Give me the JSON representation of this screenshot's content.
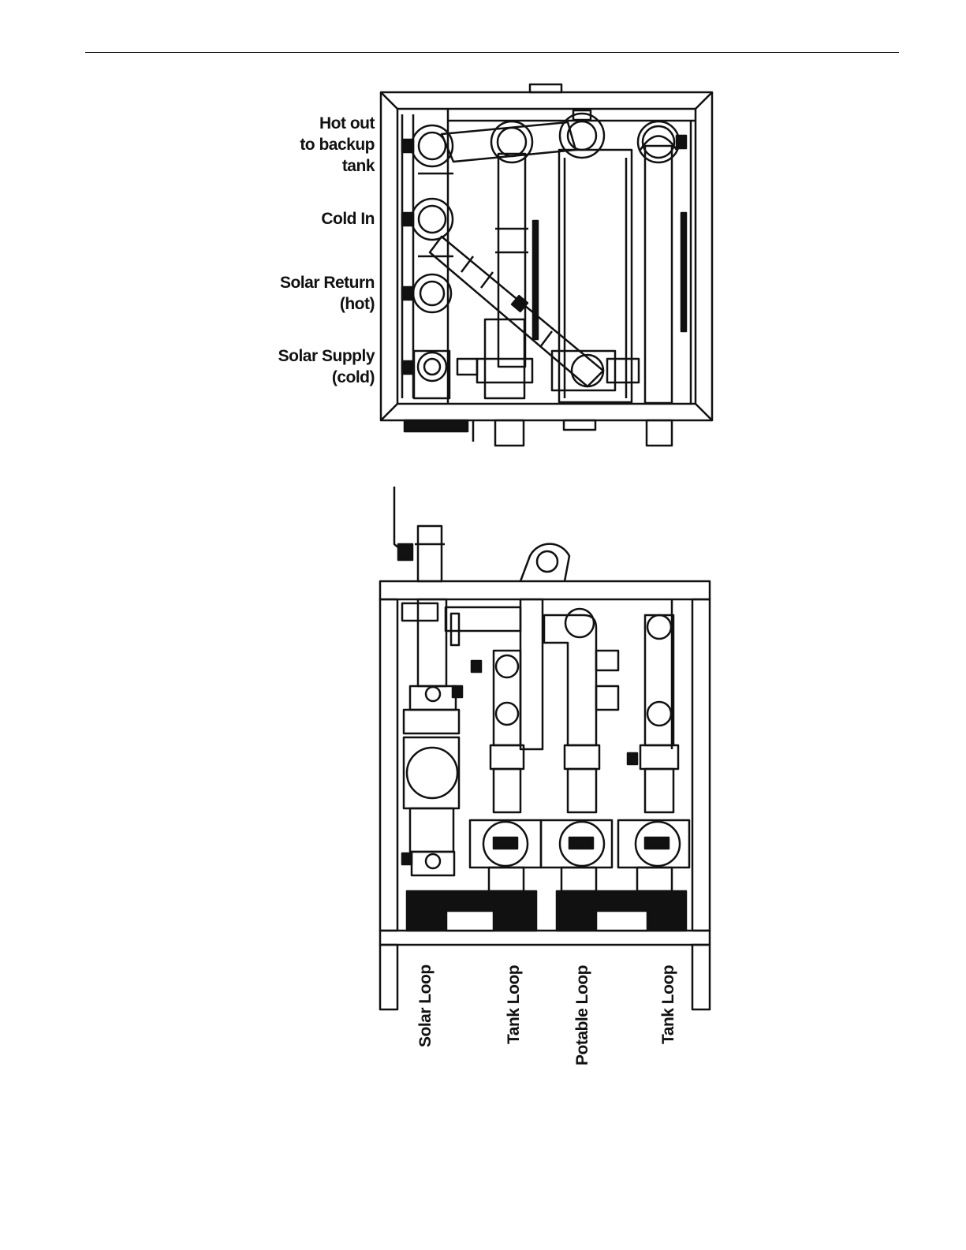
{
  "top_view": {
    "labels": {
      "hot_out": [
        "Hot out",
        "to backup",
        "tank"
      ],
      "cold_in": "Cold In",
      "solar_return": [
        "Solar Return",
        "(hot)"
      ],
      "solar_supply": [
        "Solar Supply",
        "(cold)"
      ]
    }
  },
  "front_view": {
    "loops": [
      "Solar Loop",
      "Tank Loop",
      "Potable Loop",
      "Tank Loop"
    ]
  },
  "colors": {
    "line": "#111111",
    "background": "#ffffff"
  }
}
